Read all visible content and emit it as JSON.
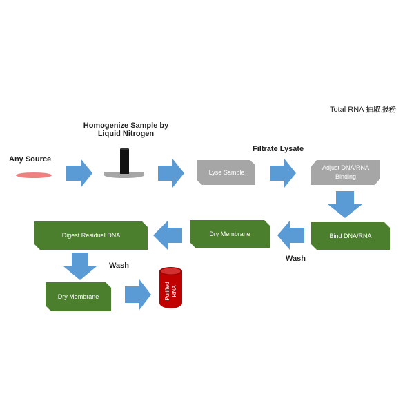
{
  "title": "Total RNA 抽取服務",
  "labels": {
    "any_source": "Any Source",
    "homogenize_line1": "Homogenize  Sample by",
    "homogenize_line2": "Liquid Nitrogen",
    "filtrate": "Filtrate Lysate",
    "wash1": "Wash",
    "wash2": "Wash"
  },
  "steps": {
    "lyse": "Lyse Sample",
    "adjust_line1": "Adjust DNA/RNA",
    "adjust_line2": "Binding",
    "bind": "Bind DNA/RNA",
    "dry1": "Dry Membrane",
    "digest": "Digest Residual DNA",
    "dry2": "Dry Membrane",
    "tube_line1": "Purified",
    "tube_line2": "RNA"
  },
  "colors": {
    "gray_box": "#a6a6a6",
    "green_box": "#4c7f2d",
    "arrow": "#5b9bd5",
    "source_dish": "#f08080",
    "tube": "#c00000"
  }
}
